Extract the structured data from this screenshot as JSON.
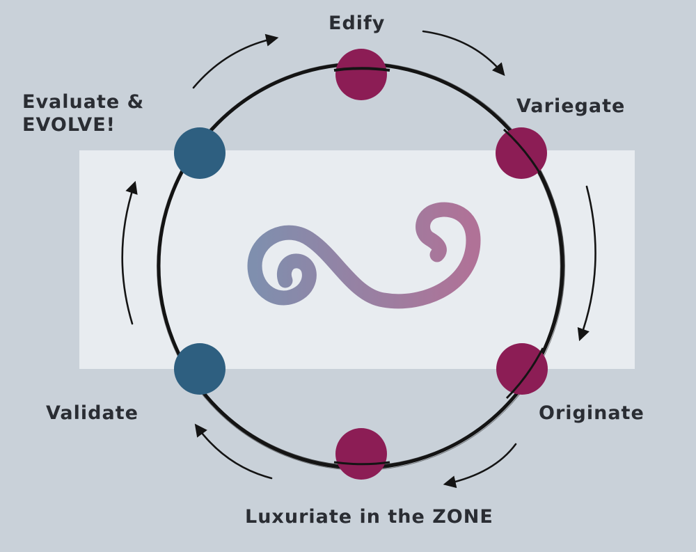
{
  "colors": {
    "background": "#c9d1d9",
    "panel": "#e8ecf0",
    "ring": "#141414",
    "node_magenta": "#8c1d55",
    "node_blue": "#2e5f80",
    "arrow": "#141414",
    "infinity_start": "#7f8fae",
    "infinity_end": "#b07297",
    "label_text": "#2a2d33"
  },
  "center_icon": "infinity-swirl-icon",
  "stages": [
    {
      "id": "edify",
      "label": "Edify",
      "color": "magenta"
    },
    {
      "id": "variegate",
      "label": "Variegate",
      "color": "magenta"
    },
    {
      "id": "originate",
      "label": "Originate",
      "color": "magenta"
    },
    {
      "id": "zone",
      "label": "Luxuriate in the ZONE",
      "color": "magenta"
    },
    {
      "id": "validate",
      "label": "Validate",
      "color": "blue"
    },
    {
      "id": "evaluate",
      "label_line1": "Evaluate &",
      "label_line2": "EVOLVE!",
      "color": "blue"
    }
  ],
  "flow_direction": "clockwise"
}
